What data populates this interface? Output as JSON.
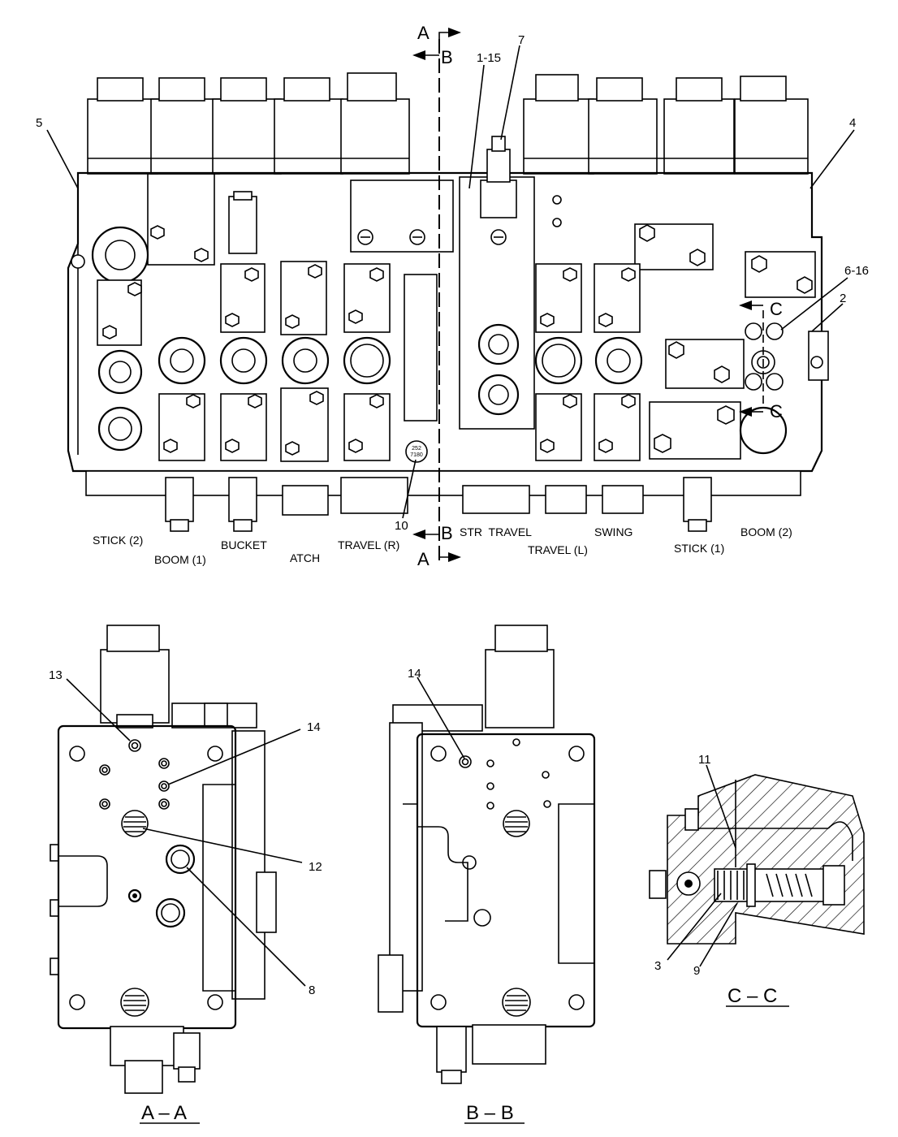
{
  "callouts": {
    "c1_15": "1-15",
    "c7": "7",
    "c5": "5",
    "c4": "4",
    "c6_16": "6-16",
    "c2": "2",
    "c10": "10",
    "c13": "13",
    "c14a": "14",
    "c14b": "14",
    "c12": "12",
    "c8": "8",
    "c11": "11",
    "c3": "3",
    "c9": "9"
  },
  "section_markers": {
    "a_top": "A",
    "b_top": "B",
    "a_bottom": "A",
    "b_bottom": "B",
    "c_top": "C",
    "c_bottom": "C"
  },
  "function_labels": {
    "stick2": "STICK (2)",
    "boom1": "BOOM (1)",
    "bucket": "BUCKET",
    "atch": "ATCH",
    "travel_r": "TRAVEL (R)",
    "str_travel": "STR  TRAVEL",
    "travel_l": "TRAVEL (L)",
    "swing": "SWING",
    "stick1": "STICK (1)",
    "boom2": "BOOM (2)"
  },
  "view_titles": {
    "aa": "A – A",
    "bb": "B – B",
    "cc": "C – C"
  },
  "plate_text": {
    "line1": "252",
    "line2": "7180"
  }
}
